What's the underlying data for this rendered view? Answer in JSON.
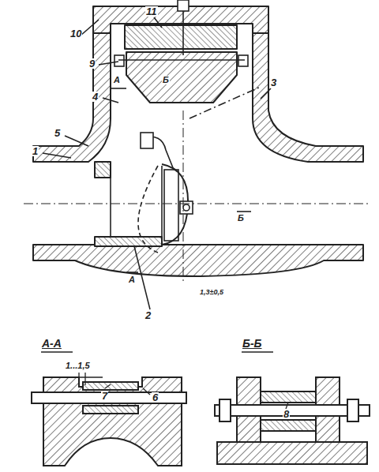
{
  "diagram": {
    "labels": [
      "11",
      "10",
      "9",
      "4",
      "5",
      "1",
      "3",
      "2",
      "1,3±0,5",
      "А",
      "А",
      "Б",
      "Б",
      "А-А",
      "Б-Б",
      "1...1,5",
      "7",
      "6",
      "8"
    ]
  }
}
